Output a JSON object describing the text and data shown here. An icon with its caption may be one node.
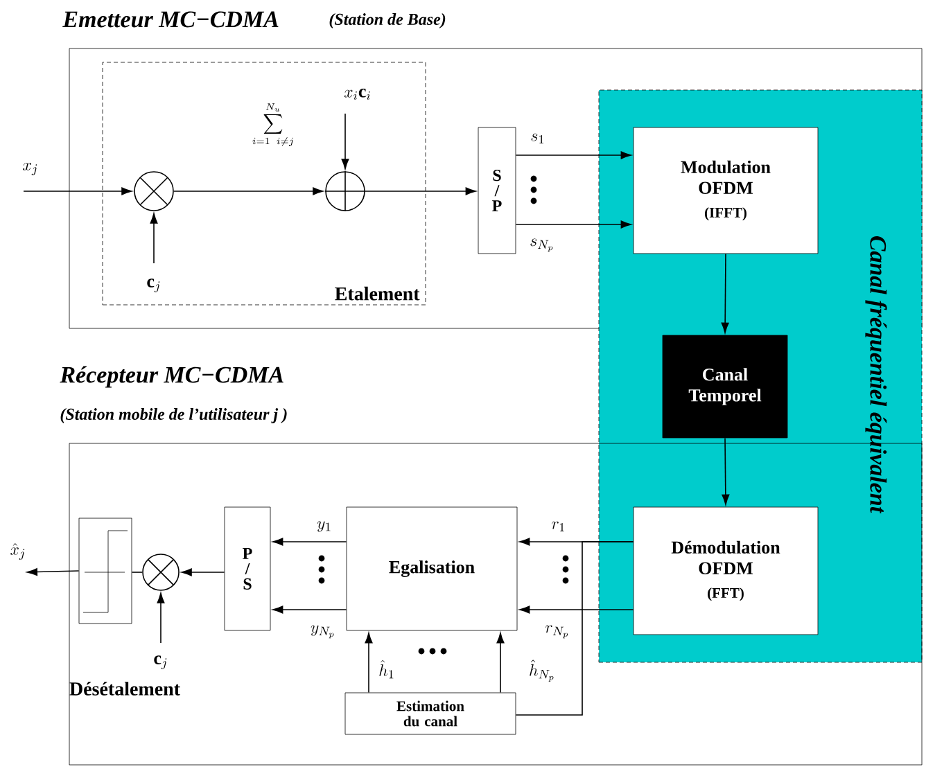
{
  "diagram": {
    "nodes": [
      {
        "text": [
          "Emetteur MC−CDMA",
          "(Station de Base)"
        ]
      },
      {
        "text": [
          "Etalement"
        ],
        "in": 0
      },
      {
        "text": [],
        "shape": "circle",
        "in": 1
      },
      {
        "text": [],
        "shape": "circle",
        "in": 1
      },
      {
        "text": [
          "S / P"
        ],
        "in": 0
      },
      {
        "text": [
          "Canal fréquentiel équivalent"
        ]
      },
      {
        "text": [
          "Modulation OFDM",
          "(IFFT)"
        ]
      },
      {
        "text": [
          "Canal Temporel"
        ],
        "in": 5
      },
      {
        "text": [
          "Démodulation OFDM",
          "(FFT)"
        ]
      },
      {
        "text": [
          "Récepteur MC−CDMA",
          "(Station mobile de l’utilisateur j )"
        ]
      },
      {
        "text": [
          "Egalisation"
        ],
        "in": 9
      },
      {
        "text": [
          "Estimation du canal"
        ],
        "in": 9
      },
      {
        "text": [
          "P / S"
        ],
        "in": 9
      },
      {
        "text": [],
        "shape": "circle",
        "in": 9
      },
      {
        "text": [],
        "shape": "box",
        "in": 9
      }
    ],
    "edges": [
      {
        "from": null,
        "to": 2,
        "arrow": "to",
        "label": "x_j"
      },
      {
        "from": 2,
        "to": 3,
        "arrow": "to"
      },
      {
        "from": null,
        "to": 2,
        "arrow": "to",
        "label": "\\mathbf{c}_j"
      },
      {
        "from": null,
        "to": 3,
        "arrow": "to",
        "label": "x_i\\mathbf{c}_i"
      },
      {
        "from": 3,
        "to": 4,
        "arrow": "to"
      },
      {
        "from": 4,
        "to": 6,
        "arrow": "to",
        "label": "s_1"
      },
      {
        "from": 4,
        "to": 6,
        "arrow": "to",
        "label": "s_{N_p}"
      },
      {
        "from": 6,
        "to": 7,
        "arrow": "to"
      },
      {
        "from": 7,
        "to": 8,
        "arrow": "to"
      },
      {
        "from": 8,
        "to": 10,
        "arrow": "to",
        "label": "r_1"
      },
      {
        "from": 8,
        "to": 10,
        "arrow": "to",
        "label": "r_{N_p}"
      },
      {
        "from": 8,
        "to": 11,
        "arrow": "none"
      },
      {
        "from": 11,
        "to": 10,
        "arrow": "to",
        "label": "\\hat{h}_1"
      },
      {
        "from": 11,
        "to": 10,
        "arrow": "to",
        "label": "\\hat{h}_{N_p}"
      },
      {
        "from": 10,
        "to": 12,
        "arrow": "to",
        "label": "y_1"
      },
      {
        "from": 10,
        "to": 12,
        "arrow": "to",
        "label": "y_{N_p}"
      },
      {
        "from": 12,
        "to": 13,
        "arrow": "to"
      },
      {
        "from": null,
        "to": 13,
        "arrow": "to",
        "label": "\\mathbf{c}_j"
      },
      {
        "from": 13,
        "to": 14,
        "arrow": "none"
      },
      {
        "from": 14,
        "to": null,
        "arrow": "to",
        "label": "\\hat{x}_j"
      }
    ],
    "labels": [
      "\\sum_{i=1\\;\\; i\\neq j}^{N_u}",
      "Désétalement"
    ]
  }
}
